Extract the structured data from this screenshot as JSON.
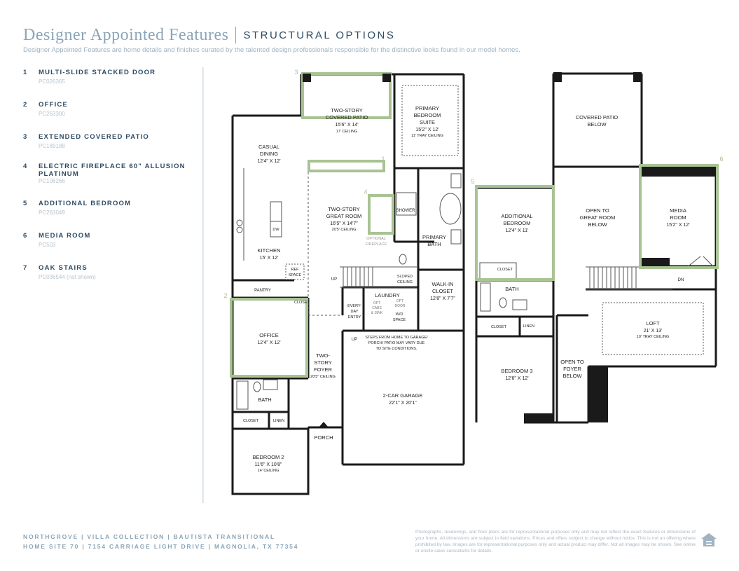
{
  "header": {
    "title": "Designer Appointed Features",
    "section": "STRUCTURAL OPTIONS",
    "description": "Designer Appointed Features are home details and finishes curated by the talented design professionals responsible for the distinctive looks found in our model homes."
  },
  "features": [
    {
      "num": "1",
      "name": "MULTI-SLIDE STACKED DOOR",
      "code": "PC026365"
    },
    {
      "num": "2",
      "name": "OFFICE",
      "code": "PC263300"
    },
    {
      "num": "3",
      "name": "EXTENDED COVERED PATIO",
      "code": "PC189188"
    },
    {
      "num": "4",
      "name": "ELECTRIC FIREPLACE 60\" ALLUSION PLATINUM",
      "code": "PC106266"
    },
    {
      "num": "5",
      "name": "ADDITIONAL BEDROOM",
      "code": "PC263049"
    },
    {
      "num": "6",
      "name": "MEDIA ROOM",
      "code": "PC503"
    },
    {
      "num": "7",
      "name": "OAK STAIRS",
      "code": "PC036544 (not shown)"
    }
  ],
  "plan": {
    "first": {
      "patio": {
        "l1": "TWO-STORY",
        "l2": "COVERED PATIO",
        "dim": "15'6\" X 14'",
        "ceil": "17' CEILING"
      },
      "primary": {
        "l1": "PRIMARY",
        "l2": "BEDROOM",
        "l3": "SUITE",
        "dim": "15'2\" X 12'",
        "ceil": "11' TRAY CEILING"
      },
      "dining": {
        "l1": "CASUAL",
        "l2": "DINING",
        "dim": "12'4\" X 12'"
      },
      "great": {
        "l1": "TWO-STORY",
        "l2": "GREAT ROOM",
        "dim": "16'5\" X 14'7\"",
        "ceil": "20'5' CEILING"
      },
      "shower": "SHOWER",
      "fireplace": {
        "l1": "OPTIONAL",
        "l2": "FIREPLACE"
      },
      "pbath": {
        "l1": "PRIMARY",
        "l2": "BATH"
      },
      "dw": "DW",
      "kitchen": {
        "l1": "KITCHEN",
        "dim": "15' X 12'"
      },
      "ref": {
        "l1": "REF",
        "l2": "SPACE"
      },
      "up": "UP",
      "sloped": {
        "l1": "SLOPED",
        "l2": "CEILING"
      },
      "walkin": {
        "l1": "WALK-IN",
        "l2": "CLOSET",
        "dim": "12'8\" X 7'7\""
      },
      "pantry": "PANTRY",
      "laundry": "LAUNDRY",
      "optcabs": {
        "l1": "OPT",
        "l2": "CABS",
        "l3": "& SINK"
      },
      "optdoor": {
        "l1": "OPT",
        "l2": "DOOR"
      },
      "wd": {
        "l1": "W/D",
        "l2": "SPACE"
      },
      "closet": "CLOSET",
      "everyday": {
        "l1": "EVERY-",
        "l2": "DAY",
        "l3": "ENTRY"
      },
      "office": {
        "l1": "OFFICE",
        "dim": "12'4\" X 12'"
      },
      "steps": {
        "l1": "STEPS FROM HOME TO GARAGE/",
        "l2": "PORCH/ PATIO MAY VARY DUE",
        "l3": "TO SITE CONDITIONS."
      },
      "up2": "UP",
      "foyer": {
        "l1": "TWO-",
        "l2": "STORY",
        "l3": "FOYER",
        "ceil": "20'5\" CEILING"
      },
      "garage": {
        "l1": "2-CAR GARAGE",
        "dim": "22'1\" X 20'1\""
      },
      "bath": "BATH",
      "closet2": "CLOSET",
      "linen": "LINEN",
      "porch": "PORCH",
      "bed2": {
        "l1": "BEDROOM 2",
        "dim": "11'6\" X 10'8\"",
        "ceil": "14' CEILING"
      }
    },
    "second": {
      "patio": {
        "l1": "COVERED PATIO",
        "l2": "BELOW"
      },
      "addbed": {
        "l1": "ADDITIONAL",
        "l2": "BEDROOM",
        "dim": "12'4\" X 11'"
      },
      "open": {
        "l1": "OPEN TO",
        "l2": "GREAT ROOM",
        "l3": "BELOW"
      },
      "media": {
        "l1": "MEDIA",
        "l2": "ROOM",
        "dim": "15'2\" X 12'"
      },
      "closet": "CLOSET",
      "bath": "BATH",
      "dn": "DN",
      "closet2": "CLOSET",
      "linen": "LINEN",
      "loft": {
        "l1": "LOFT",
        "dim": "21' X 13'",
        "ceil": "10' TRAY CEILING"
      },
      "foyer": {
        "l1": "OPEN TO",
        "l2": "FOYER",
        "l3": "BELOW"
      },
      "bed3": {
        "l1": "BEDROOM 3",
        "dim": "12'6\" X 12'"
      }
    },
    "markers": {
      "m1": "1",
      "m2": "2",
      "m3": "3",
      "m4": "4",
      "m5": "5",
      "m6": "6"
    }
  },
  "footer": {
    "line1": "NORTHGROVE  |  VILLA COLLECTION  |  BAUTISTA TRANSITIONAL",
    "line2": "HOME SITE 70  |  7154 CARRIAGE LIGHT DRIVE  |  MAGNOLIA, TX 77354",
    "disclaimer": "Photographs, renderings, and floor plans are for representational purposes only and may not reflect the exact features or dimensions of your home. All dimensions are subject to field variations. Prices and offers subject to change without notice. This is not an offering where prohibited by law. Images are for representational purposes only and actual product may differ. Not all images may be shown. See online or onsite sales consultants for details."
  },
  "colors": {
    "accent": "#a9c394",
    "wall": "#1a1a1a",
    "title": "#8aa5b8",
    "navy": "#2e4a63"
  }
}
